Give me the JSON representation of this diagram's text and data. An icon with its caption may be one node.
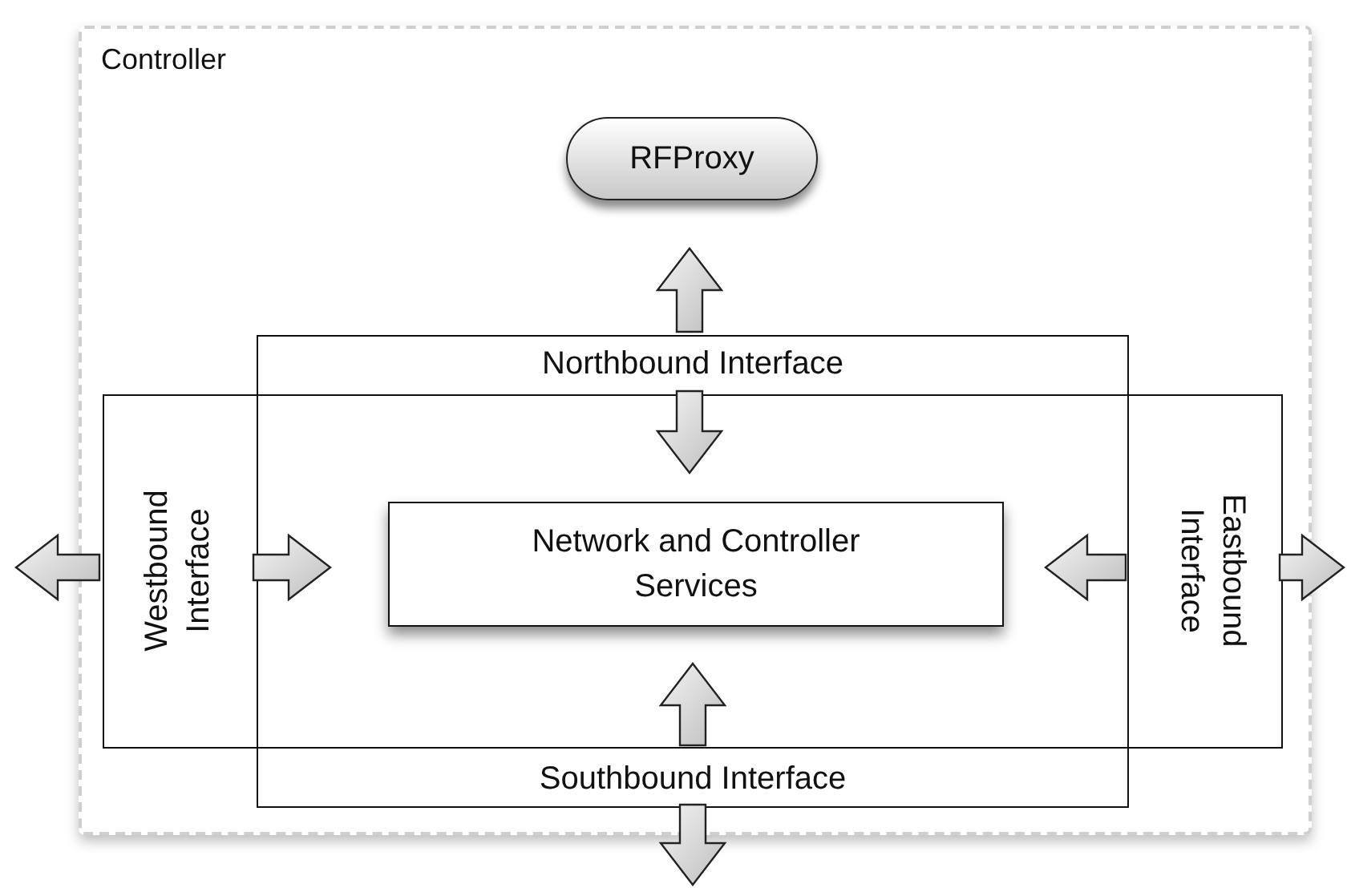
{
  "diagram": {
    "nodes": [
      {
        "text": [
          "Controller"
        ]
      },
      {
        "text": [
          "RFProxy"
        ],
        "in": 0
      },
      {
        "text": [
          "Northbound Interface",
          "Southbound Interface"
        ],
        "in": 0
      },
      {
        "text": [
          "Westbound Interface",
          "Eastbound Interface"
        ],
        "in": 0
      },
      {
        "text": [
          "Network and Controller Services"
        ]
      }
    ],
    "edges": [
      {
        "from": 2,
        "to": 1,
        "arrow": "to"
      },
      {
        "from": 2,
        "to": 4,
        "arrow": "to"
      },
      {
        "from": 2,
        "to": 4,
        "arrow": "to"
      },
      {
        "from": 3,
        "to": 4,
        "arrow": "to"
      },
      {
        "from": 3,
        "to": 4,
        "arrow": "to"
      },
      {
        "from": 3,
        "to": null,
        "arrow": "to"
      },
      {
        "from": 3,
        "to": null,
        "arrow": "to"
      },
      {
        "from": 2,
        "to": null,
        "arrow": "to"
      }
    ]
  }
}
